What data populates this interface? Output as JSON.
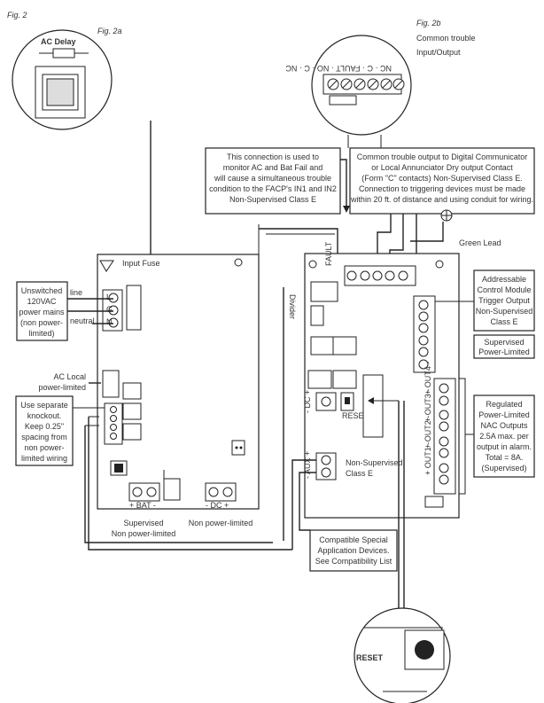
{
  "figures": {
    "fig2": "Fig. 2",
    "fig2a": "Fig. 2a",
    "fig2b_line1": "Fig. 2b",
    "fig2b_line2": "Common trouble",
    "fig2b_line3": "Input/Output"
  },
  "callouts": {
    "ac_delay": "AC Delay",
    "connection_note": [
      "This connection is used to",
      "monitor AC and Bat Fail and",
      "will cause a simultaneous trouble",
      "condition to the FACP's IN1 and IN2",
      "Non-Supervised Class E"
    ],
    "trouble_output_note": [
      "Common trouble output to Digital Communicator",
      "or Local Annunciator Dry output Contact",
      "(Form \"C\" contacts) Non-Supervised Class E.",
      "Connection to triggering devices must be made",
      "within 20 ft. of distance and using conduit for wiring."
    ],
    "green_lead": "Green Lead",
    "input_fuse": "Input Fuse",
    "line": "line",
    "neutral": "neutral",
    "mains": [
      "Unswitched",
      "120VAC",
      "power mains",
      "(non power-",
      "limited)"
    ],
    "ac_local": [
      "AC Local",
      "power-limited"
    ],
    "knockout": [
      "Use separate",
      "knockout.",
      "Keep 0.25\"",
      "spacing from",
      "non power-",
      "limited wiring"
    ],
    "divider": "Divider",
    "addressable": [
      "Addressable",
      "Control Module",
      "Trigger Output",
      "Non-Supervised",
      "Class E"
    ],
    "supervised_power_limited": [
      "Supervised",
      "Power-Limited"
    ],
    "nac_outputs": [
      "Regulated",
      "Power-Limited",
      "NAC Outputs",
      "2.5A max. per",
      "output in alarm.",
      "Total = 8A.",
      "(Supervised)"
    ],
    "non_supervised_class_e": [
      "Non-Supervised",
      "Class E"
    ],
    "compatible_devices": [
      "Compatible Special",
      "Application Devices.",
      "See Compatibility List"
    ],
    "supervised_np": [
      "Supervised",
      "Non power-limited"
    ],
    "non_power_limited": "Non power-limited",
    "reset": "RESET"
  },
  "terminals": {
    "fig2b_labels": [
      "NC",
      "C",
      "FAULT",
      "NO",
      "C",
      "NC"
    ],
    "mains_labels": [
      "L",
      "G",
      "N"
    ],
    "bat_label": "+ BAT -",
    "dc_label": "- DC +",
    "aux_label": "- AUX +",
    "dc_small_label": "- DC +",
    "out_labels": [
      "+ OUT4 -",
      "+ OUT3 -",
      "+ OUT2 -",
      "+ OUT1 -"
    ],
    "fault_label": "FAULT"
  }
}
